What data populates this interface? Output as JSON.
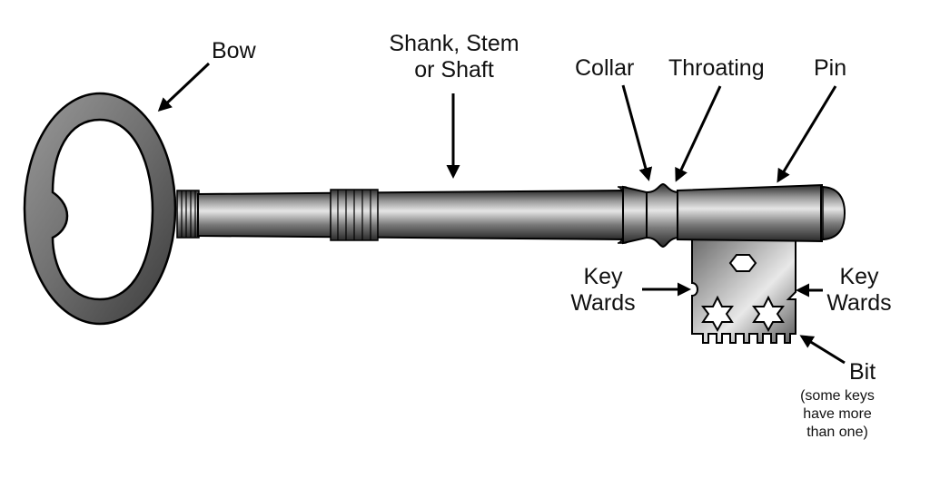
{
  "labels": {
    "bow": "Bow",
    "shank_line1": "Shank, Stem",
    "shank_line2": "or Shaft",
    "collar": "Collar",
    "throating": "Throating",
    "pin": "Pin",
    "key_wards_left_line1": "Key",
    "key_wards_left_line2": "Wards",
    "key_wards_right_line1": "Key",
    "key_wards_right_line2": "Wards",
    "bit": "Bit",
    "bit_note_line1": "(some keys",
    "bit_note_line2": "have more",
    "bit_note_line3": "than one)"
  },
  "colors": {
    "metal_dark": "#3a3a3a",
    "metal_mid": "#8a8a8a",
    "metal_light": "#d8d8d8",
    "outline": "#000000",
    "arrow": "#000000"
  }
}
